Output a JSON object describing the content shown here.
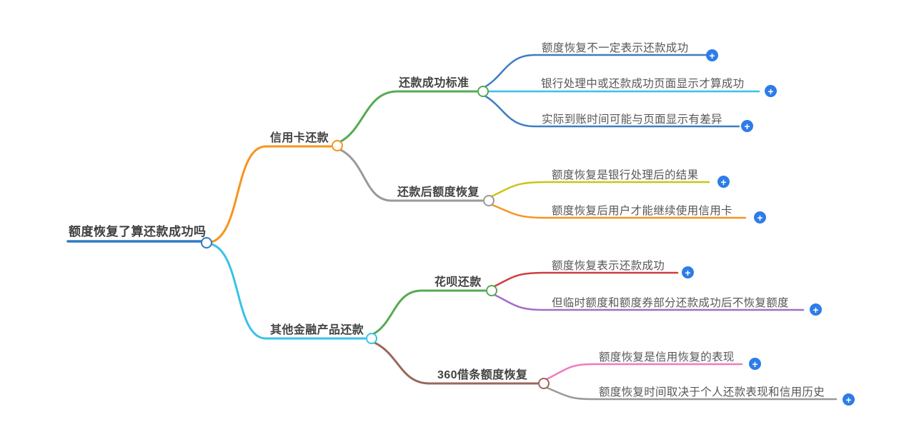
{
  "colors": {
    "root_blue": "#2f7bc3",
    "leaf_blue": "#3e7dc2",
    "orange": "#f7941e",
    "cyan": "#38c2e9",
    "green": "#55aa55",
    "gray": "#999999",
    "olive": "#c9c516",
    "red": "#cf3d3d",
    "purple": "#a56cc8",
    "pink": "#f07abe",
    "brown": "#99675b",
    "plus_blue": "#2d7ce8",
    "text_dark": "#3f3f3f",
    "text_leaf": "#575757"
  },
  "icons": {
    "plus": "+"
  },
  "mindmap": {
    "root": {
      "label": "额度恢复了算还款成功吗"
    },
    "branches": [
      {
        "label": "信用卡还款",
        "children": [
          {
            "label": "还款成功标准",
            "leaves": [
              {
                "text": "额度恢复不一定表示还款成功"
              },
              {
                "text": "银行处理中或还款成功页面显示才算成功"
              },
              {
                "text": "实际到账时间可能与页面显示有差异"
              }
            ]
          },
          {
            "label": "还款后额度恢复",
            "leaves": [
              {
                "text": "额度恢复是银行处理后的结果"
              },
              {
                "text": "额度恢复后用户才能继续使用信用卡"
              }
            ]
          }
        ]
      },
      {
        "label": "其他金融产品还款",
        "children": [
          {
            "label": "花呗还款",
            "leaves": [
              {
                "text": "额度恢复表示还款成功"
              },
              {
                "text": "但临时额度和额度券部分还款成功后不恢复额度"
              }
            ]
          },
          {
            "label": "360借条额度恢复",
            "leaves": [
              {
                "text": "额度恢复是信用恢复的表现"
              },
              {
                "text": "额度恢复时间取决于个人还款表现和信用历史"
              }
            ]
          }
        ]
      }
    ]
  }
}
